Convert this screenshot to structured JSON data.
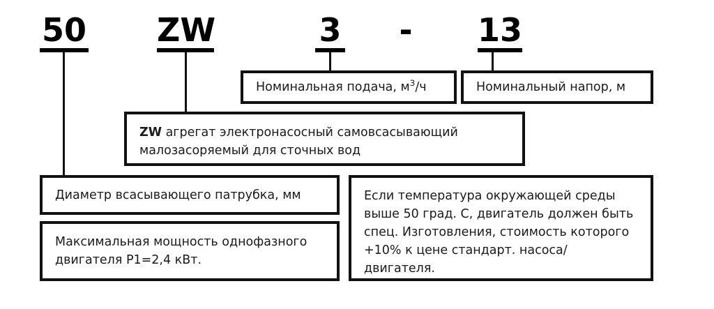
{
  "diagram": {
    "title_code": "50 ZW 3 - 13",
    "tokens": [
      {
        "name": "suction-diameter-code",
        "text": "50"
      },
      {
        "name": "series-code",
        "text": "ZW"
      },
      {
        "name": "flow-code",
        "text": "3"
      },
      {
        "name": "separator",
        "text": "-"
      },
      {
        "name": "head-code",
        "text": "13"
      }
    ],
    "boxes": {
      "nominal_flow": "Номинальная подача, м³/ч",
      "nominal_flow_plain": "Номинальная подача, м3/ч",
      "nominal_head": "Номинальный напор, м",
      "series_prefix": "ZW",
      "series_description": " агрегат электронасосный самовсасывающий малозасоряемый для сточных вод",
      "suction_diameter": "Диаметр всасывающего патрубка, мм",
      "max_power": "Максимальная мощность однофазного двигателя Р1=2,4 кВт.",
      "temperature_note": "Если температура окружающей среды выше 50 град. С, двигатель должен быть спец. Изготовления, стоимость которого +10% к цене стандарт. насоса/двигателя."
    },
    "colors": {
      "line": "#111111",
      "text": "#1a1a1a",
      "token_text": "#000000",
      "background": "#ffffff"
    }
  }
}
